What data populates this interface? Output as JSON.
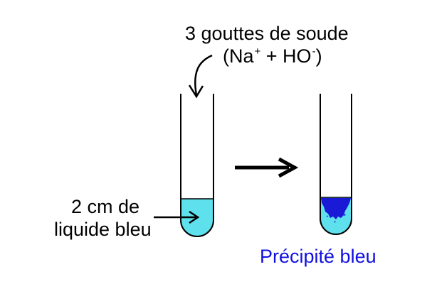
{
  "reagent_label": {
    "line1": "3 gouttes de soude",
    "line2_open": "(Na",
    "sodium_charge": "+",
    "line2_plus": " + HO",
    "hydroxide_charge": "-",
    "line2_close": ")"
  },
  "initial_label": {
    "line1": "2 cm de",
    "line2": "liquide bleu"
  },
  "result_label": "Précipité bleu",
  "colors": {
    "solution": "#5ee0ed",
    "precipitate": "#1a1ad6",
    "result_text": "#1010e0",
    "outline": "#000000"
  },
  "icons": {
    "reaction_arrow": "right-arrow-icon",
    "reagent_pointer": "curved-down-arrow-icon",
    "liquid_pointer": "right-arrow-icon"
  }
}
